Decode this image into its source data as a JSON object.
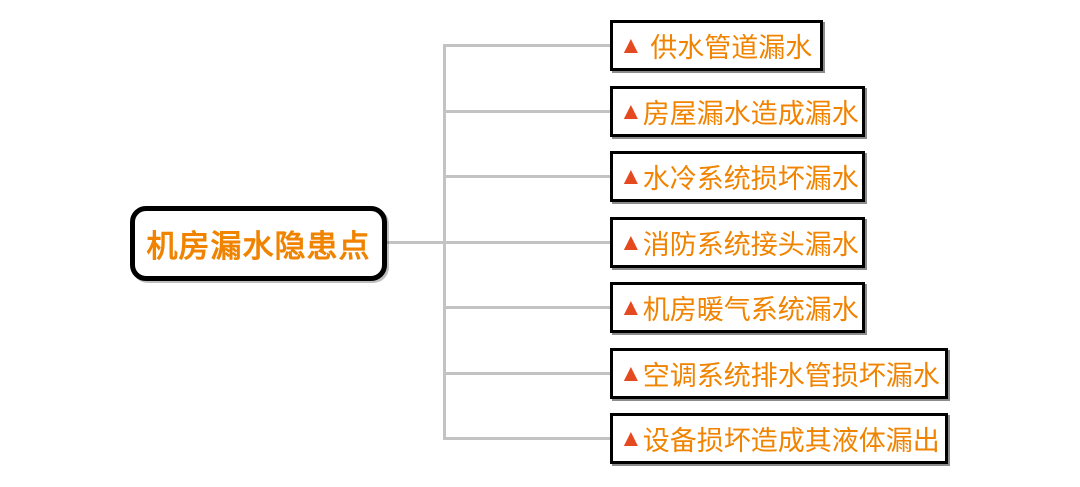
{
  "diagram": {
    "title": "机房漏水隐患点 mind map",
    "root": {
      "label": "机房漏水隐患点"
    },
    "children": [
      {
        "icon": "▲",
        "label": " 供水管道漏水"
      },
      {
        "icon": "▲",
        "label": "房屋漏水造成漏水"
      },
      {
        "icon": "▲",
        "label": "水冷系统损坏漏水"
      },
      {
        "icon": "▲",
        "label": "消防系统接头漏水"
      },
      {
        "icon": "▲",
        "label": "机房暖气系统漏水"
      },
      {
        "icon": "▲",
        "label": "空调系统排水管损坏漏水"
      },
      {
        "icon": "▲",
        "label": "设备损坏造成其液体漏出"
      }
    ],
    "colors": {
      "node_text": "#f08300",
      "triangle_icon": "#e5491f",
      "connector_line": "#c3c3c3",
      "node_border": "#000000",
      "background": "#ffffff"
    }
  }
}
